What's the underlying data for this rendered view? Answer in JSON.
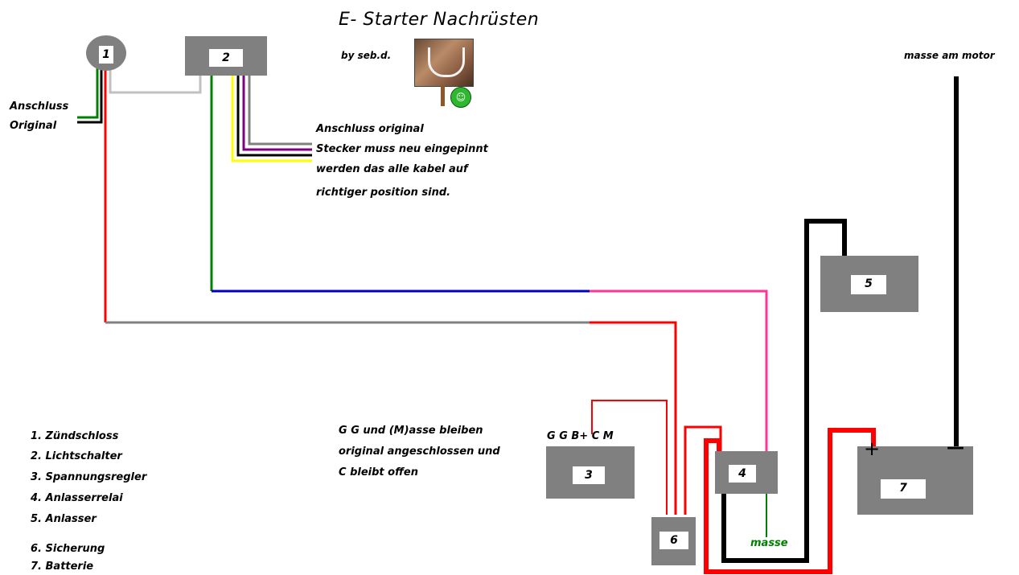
{
  "title": "E-  Starter Nachrüsten",
  "byline": "by seb.d.",
  "labels": {
    "anschluss_original_left": [
      "Anschluss",
      "Original"
    ],
    "anschluss_original_note": [
      "Anschluss original",
      "Stecker muss neu eingepinnt",
      "werden das alle kabel auf",
      "richtiger position sind."
    ],
    "masse_am_motor": "masse am motor",
    "regulator_terminals": "G G B+ C  M",
    "regulator_note": [
      "G G und (M)asse bleiben",
      "original angeschlossen und",
      "C bleibt offen"
    ],
    "masse": "masse",
    "battery_plus": "+",
    "battery_minus": "—"
  },
  "components": [
    {
      "id": "1",
      "name": "Zündschloss"
    },
    {
      "id": "2",
      "name": "Lichtschalter"
    },
    {
      "id": "3",
      "name": "Spannungsregler"
    },
    {
      "id": "4",
      "name": "Anlasserrelai"
    },
    {
      "id": "5",
      "name": "Anlasser"
    },
    {
      "id": "6",
      "name": "Sicherung"
    },
    {
      "id": "7",
      "name": "Batterie"
    }
  ],
  "legend": [
    "1.  Zündschloss",
    "2.  Lichtschalter",
    "3.  Spannungsregler",
    "4.  Anlasserrelai",
    "5.  Anlasser",
    "6.  Sicherung",
    "7.  Batterie"
  ],
  "colors": {
    "component": "#808080",
    "wire_red": "#ff0000",
    "wire_green": "#008000",
    "wire_black": "#000000",
    "wire_grey": "#808080",
    "wire_lightgrey": "#c0c0c0",
    "wire_yellow": "#ffff00",
    "wire_purple": "#800080",
    "wire_blue": "#0000c0",
    "wire_pink": "#ff3399",
    "masse_text": "#008000"
  }
}
